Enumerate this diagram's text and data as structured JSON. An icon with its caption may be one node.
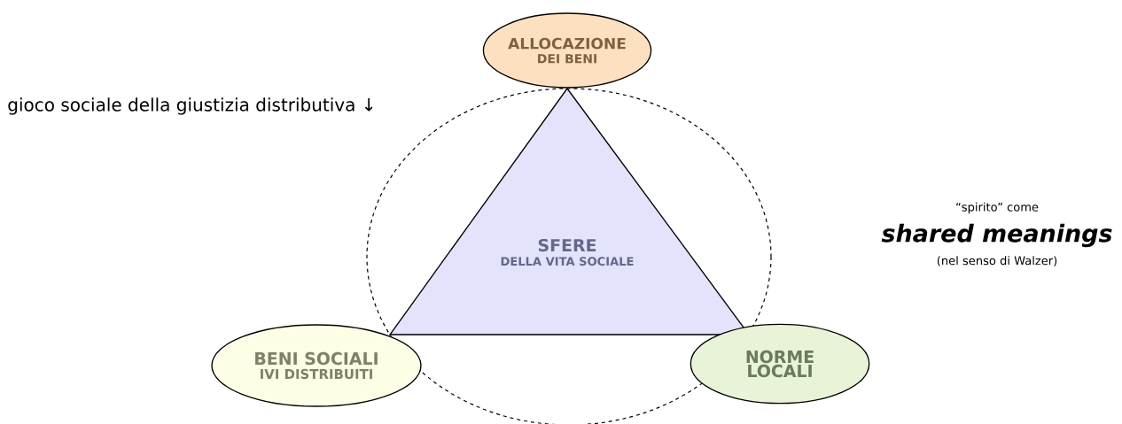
{
  "diagram": {
    "nodes": [
      {
        "text": [
          "ALLOCAZIONE",
          "DEI BENI"
        ]
      },
      {
        "text": [
          "SFERE",
          "DELLA VITA SOCIALE"
        ]
      },
      {
        "text": [
          "BENI SOCIALI",
          "IVI DISTRIBUITI"
        ]
      },
      {
        "text": [
          "NORME",
          "LOCALI"
        ]
      }
    ],
    "labels": [
      "gioco sociale della giustizia distributiva ↓",
      "“spirito” come",
      "shared meanings",
      "(nel senso di Walzer)"
    ]
  }
}
